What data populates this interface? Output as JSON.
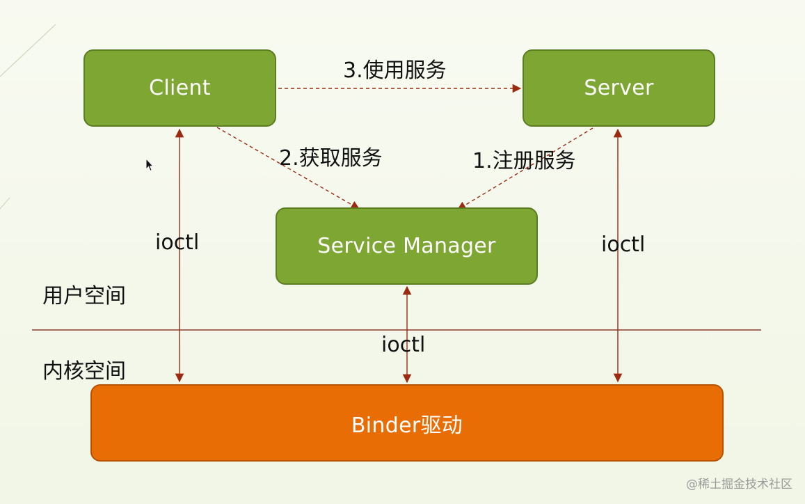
{
  "nodes": {
    "client": "Client",
    "server": "Server",
    "service_manager": "Service Manager",
    "binder_driver": "Binder驱动"
  },
  "edges": {
    "use_service": "3.使用服务",
    "get_service": "2.获取服务",
    "register_service": "1.注册服务",
    "ioctl_client": "ioctl",
    "ioctl_server": "ioctl",
    "ioctl_manager": "ioctl"
  },
  "zones": {
    "user_space": "用户空间",
    "kernel_space": "内核空间"
  },
  "watermark": "@稀土掘金技术社区",
  "colors": {
    "user_node_fill": "#7ea632",
    "driver_node_fill": "#e86d05",
    "arrow": "#9a2a12",
    "divider": "#8c3a2a"
  }
}
